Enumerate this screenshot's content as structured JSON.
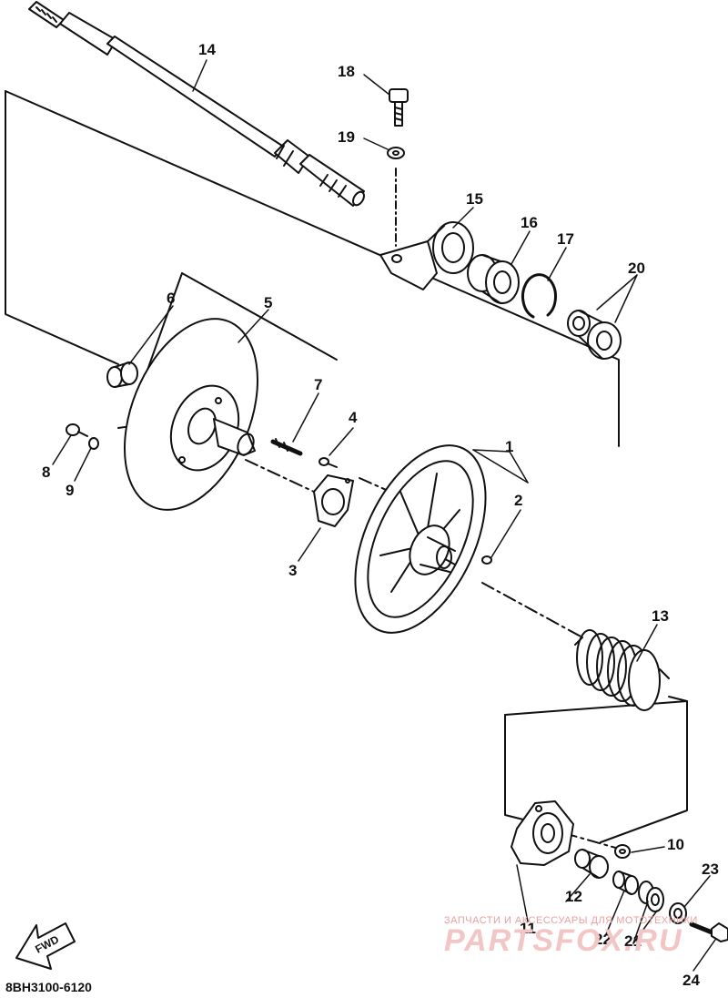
{
  "diagram": {
    "code": "8BH3100-6120",
    "fwd_label": "FWD",
    "watermark_tagline": "ЗАПЧАСТИ И АКСЕССУАРЫ ДЛЯ МОТОТЕХНИКИ",
    "watermark_brand": "PARTSFOX.RU"
  },
  "callouts": [
    {
      "id": "1",
      "label": "1"
    },
    {
      "id": "2",
      "label": "2"
    },
    {
      "id": "3",
      "label": "3"
    },
    {
      "id": "4",
      "label": "4"
    },
    {
      "id": "5",
      "label": "5"
    },
    {
      "id": "6",
      "label": "6"
    },
    {
      "id": "7",
      "label": "7"
    },
    {
      "id": "8",
      "label": "8"
    },
    {
      "id": "9",
      "label": "9"
    },
    {
      "id": "10",
      "label": "10"
    },
    {
      "id": "11",
      "label": "11"
    },
    {
      "id": "12",
      "label": "12"
    },
    {
      "id": "13",
      "label": "13"
    },
    {
      "id": "14",
      "label": "14"
    },
    {
      "id": "15",
      "label": "15"
    },
    {
      "id": "16",
      "label": "16"
    },
    {
      "id": "17",
      "label": "17"
    },
    {
      "id": "18",
      "label": "18"
    },
    {
      "id": "19",
      "label": "19"
    },
    {
      "id": "20",
      "label": "20"
    },
    {
      "id": "21",
      "label": "21"
    },
    {
      "id": "22",
      "label": "22"
    },
    {
      "id": "23",
      "label": "23"
    },
    {
      "id": "24",
      "label": "24"
    }
  ]
}
